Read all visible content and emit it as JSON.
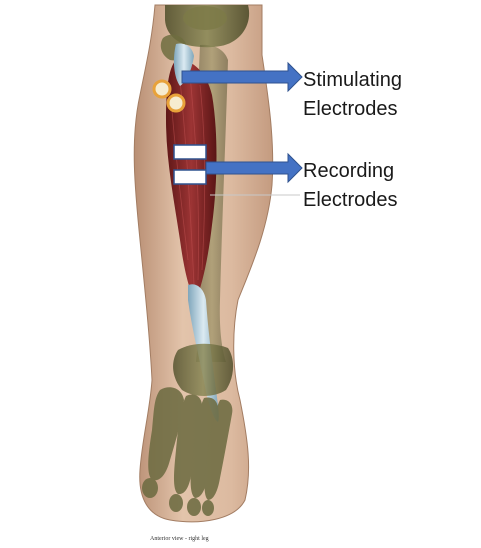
{
  "labels": {
    "stimulating_line1": "Stimulating",
    "stimulating_line2": "Electrodes",
    "recording_line1": "Recording",
    "recording_line2": "Electrodes"
  },
  "caption": "Anterior view - right leg",
  "colors": {
    "arrow": "#4472c4",
    "arrow_stroke": "#2f528f",
    "skin": "#d9b79c",
    "muscle": "#8c2a2a",
    "bone": "#6b6a3f",
    "tendon": "#a9c7d6",
    "stim_electrode": "#f6ecd0",
    "rec_electrode": "#ffffff"
  }
}
